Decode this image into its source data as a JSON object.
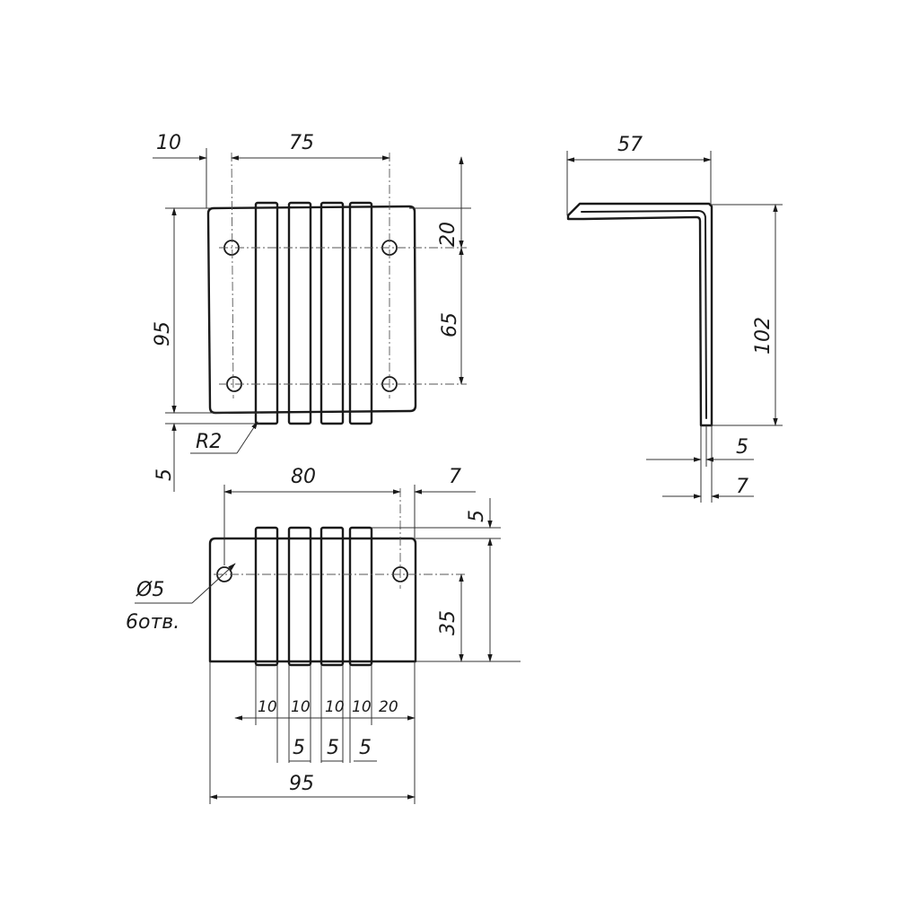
{
  "front_view": {
    "dim_offset": "10",
    "dim_hole_spacing_x": "75",
    "dim_top_to_hole": "20",
    "dim_hole_spacing_y": "65",
    "dim_height": "95",
    "dim_bottom": "5",
    "radius_label": "R2"
  },
  "side_view": {
    "dim_flange_length": "57",
    "dim_height": "102",
    "dim_thickness_inner": "5",
    "dim_thickness_outer": "7"
  },
  "bottom_view": {
    "dim_width_top": "80",
    "dim_offset_right": "7",
    "dim_gap_top": "5",
    "dim_hole_height": "35",
    "hole_label": "Ø5",
    "hole_count_label": "6отв.",
    "rib_widths": [
      "10",
      "10",
      "10",
      "10",
      "20"
    ],
    "gap_widths": [
      "5",
      "5",
      "5"
    ],
    "dim_total_width": "95"
  }
}
